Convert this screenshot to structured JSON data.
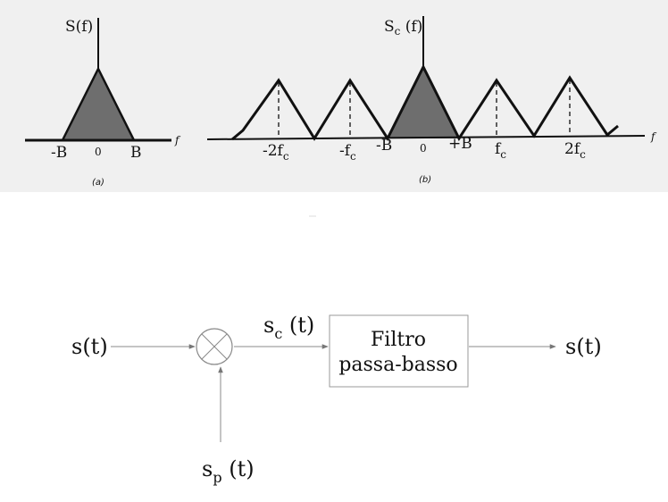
{
  "spectra": {
    "a": {
      "ylabel": "S(f)",
      "ticks": {
        "neg_b": "-B",
        "zero": "0",
        "pos_b": "B"
      },
      "axis_label": "f",
      "caption": "(a)"
    },
    "b": {
      "ylabel_base": "S",
      "ylabel_sub": "c",
      "ylabel_rest": " (f)",
      "ticks": {
        "neg2fc": "-2f",
        "neg2fc_sub": "c",
        "negfc": "-f",
        "negfc_sub": "c",
        "neg_b": "-B",
        "zero": "0",
        "pos_b": "+B",
        "fc": "f",
        "fc_sub": "c",
        "pos2fc": "2f",
        "pos2fc_sub": "c"
      },
      "axis_label": "f",
      "caption": "(b)"
    }
  },
  "block_diagram": {
    "input_label": "s(t)",
    "carrier_base": "s",
    "carrier_sub": "p",
    "carrier_rest": " (t)",
    "product_base": "s",
    "product_sub": "c",
    "product_rest": " (t)",
    "filter_line1": "Filtro",
    "filter_line2": "passa-basso",
    "output_label": "s(t)"
  },
  "colors": {
    "panel_background": "#f0f0f0",
    "shaded_spectrum": "#6e6e6e",
    "line": "#111111",
    "diagram_line": "#888888"
  }
}
